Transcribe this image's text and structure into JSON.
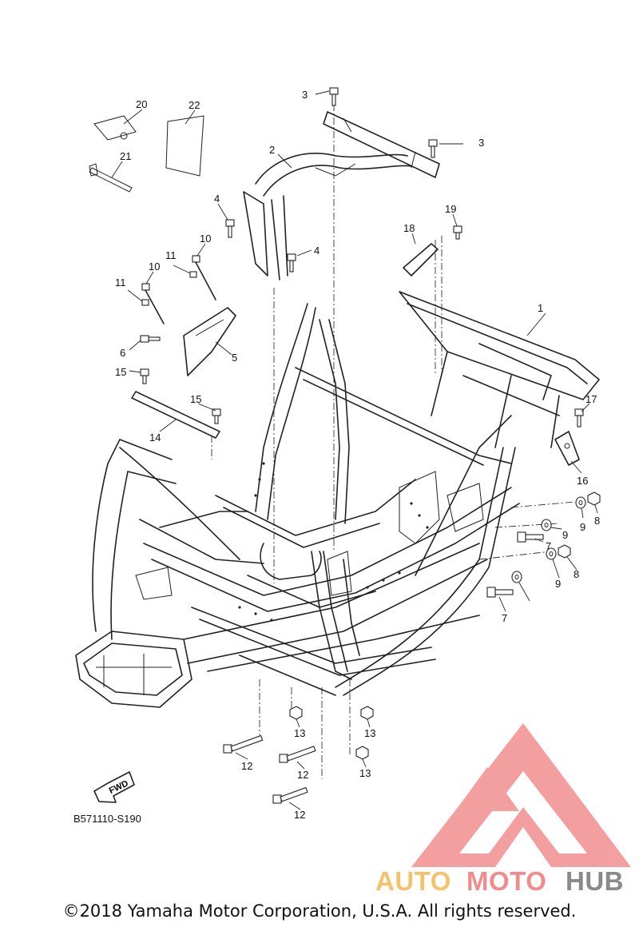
{
  "drawing": {
    "code": "B571110-S190",
    "fwd_label": "FWD",
    "callouts": [
      "1",
      "2",
      "3",
      "3",
      "4",
      "4",
      "5",
      "6",
      "7",
      "7",
      "8",
      "8",
      "9",
      "9",
      "9",
      "10",
      "10",
      "11",
      "11",
      "12",
      "12",
      "12",
      "13",
      "13",
      "13",
      "14",
      "15",
      "15",
      "16",
      "17",
      "18",
      "19",
      "20",
      "21",
      "22"
    ]
  },
  "watermark": {
    "brand_auto": "AUTO",
    "brand_moto": "MOTO",
    "brand_hub": "HUB",
    "colors": {
      "auto": "#f5c26b",
      "moto": "#f08c8c",
      "hub": "#8a8a8a",
      "logo": "#f08080"
    }
  },
  "footer": {
    "copyright": "©2018 Yamaha Motor Corporation, U.S.A. All rights reserved."
  }
}
